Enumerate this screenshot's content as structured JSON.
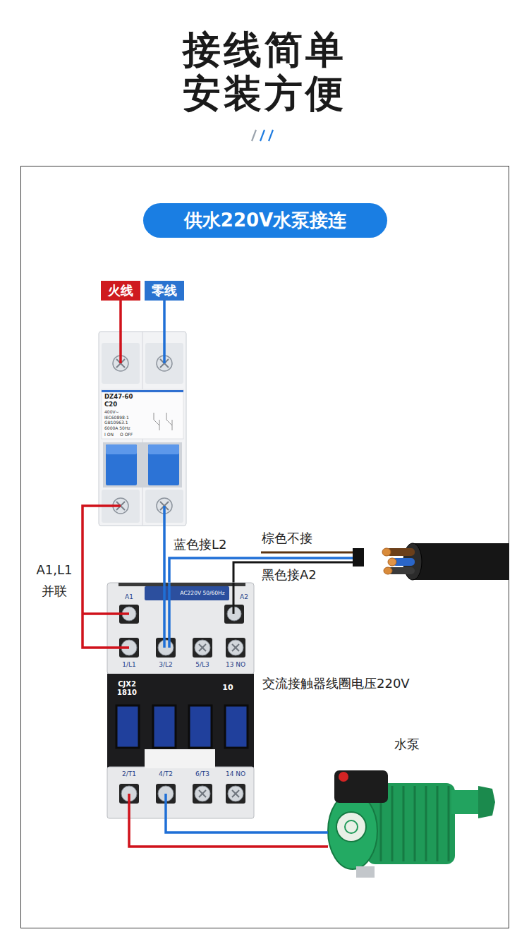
{
  "diagram": {
    "title": "接线简单 安装方便",
    "nodes": [
      {
        "text": [
          "供水220V水泵接连"
        ]
      },
      {
        "text": [
          "火线"
        ]
      },
      {
        "text": [
          "零线"
        ]
      },
      {
        "text": [
          "DZ47-60",
          "C20",
          "400V~",
          "IEC60898-1",
          "GB10963.1",
          "6000A 50Hz",
          "I ON",
          "O OFF"
        ]
      },
      {
        "text": [
          "AC220V 50/60Hz",
          "A1",
          "A2",
          "1/L1",
          "3/L2",
          "5/L3",
          "13 NO",
          "CJX2 1810",
          "10",
          "2/T1",
          "4/T2",
          "6/T3",
          "14 NO"
        ]
      },
      {
        "text": [
          "水泵"
        ]
      }
    ],
    "edges": [
      {
        "from": 1,
        "to": 3,
        "arrow": "none"
      },
      {
        "from": 2,
        "to": 3,
        "arrow": "none"
      },
      {
        "from": 3,
        "to": 4,
        "arrow": "none"
      },
      {
        "from": 3,
        "to": 4,
        "arrow": "none"
      },
      {
        "from": 4,
        "to": 5,
        "arrow": "none"
      },
      {
        "from": 4,
        "to": 5,
        "arrow": "none"
      }
    ],
    "labels": [
      "A1,L1 并联",
      "蓝色接L2",
      "棕色不接",
      "黑色接A2",
      "交流接触器线圈电压220V"
    ]
  }
}
